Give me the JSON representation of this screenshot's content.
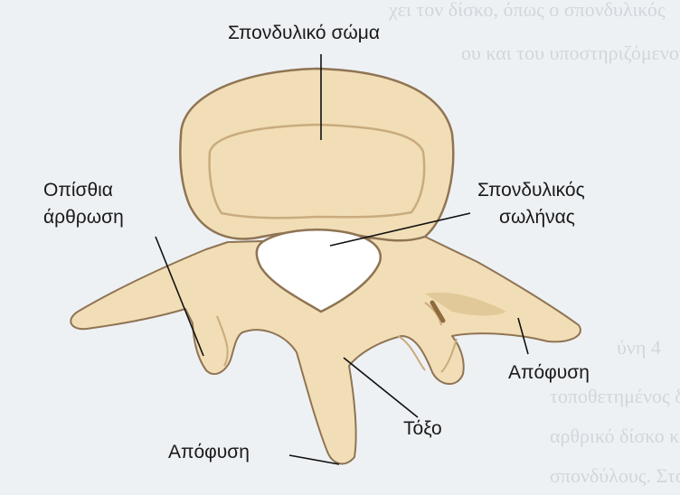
{
  "labels": {
    "body": "Σπονδυλικό σώμα",
    "facet_line1": "Οπίσθια",
    "facet_line2": "άρθρωση",
    "canal_line1": "Σπονδυλικός",
    "canal_line2": "σωλήνας",
    "process_right": "Απόφυση",
    "arch": "Τόξο",
    "process_bottom": "Απόφυση"
  },
  "background_text": {
    "line1": "χει τον δίσκο, όπως ο σπονδυλικός",
    "line2": "ου και του υποστηριζόμενου",
    "line3": "ύνη 4",
    "line4": "τοποθετημένος δίσκος στην",
    "line5": "αρθρικό δίσκο κατά την",
    "line6": "σπονδύλους. Στο κέντρο του"
  },
  "colors": {
    "bone_fill": "#f1deb6",
    "bone_shade": "#e2c999",
    "bone_outline": "#8f7454",
    "leader": "#111111",
    "background": "#eef1f4"
  }
}
